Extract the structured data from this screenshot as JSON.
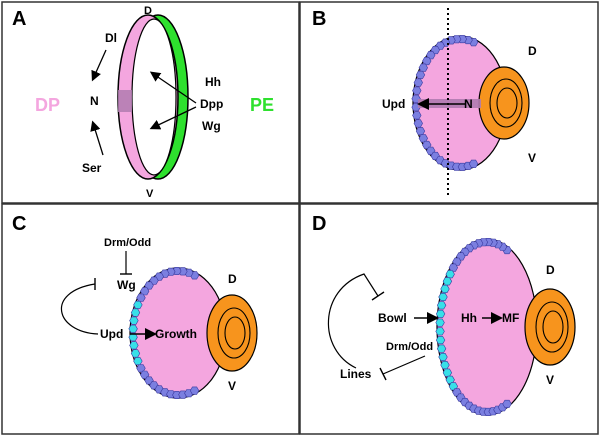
{
  "panels": [
    {
      "letter": "A"
    },
    {
      "letter": "B"
    },
    {
      "letter": "C"
    },
    {
      "letter": "D"
    }
  ],
  "panel_a": {
    "d": "D",
    "v": "V",
    "dl": "Dl",
    "n": "N",
    "ser": "Ser",
    "dp": "DP",
    "pe": "PE",
    "hh": "Hh",
    "dpp": "Dpp",
    "wg": "Wg"
  },
  "panel_b": {
    "upd": "Upd",
    "n": "N",
    "d": "D",
    "v": "V"
  },
  "panel_c": {
    "drm_odd": "Drm/Odd",
    "wg": "Wg",
    "upd": "Upd",
    "growth": "Growth",
    "d": "D",
    "v": "V"
  },
  "panel_d": {
    "bowl": "Bowl",
    "hh": "Hh",
    "mf": "MF",
    "drm_odd": "Drm/Odd",
    "lines": "Lines",
    "d": "D",
    "v": "V"
  },
  "colors": {
    "dp_pink": "#f4a6df",
    "pe_green": "#2ee02e",
    "eye_orange": "#f7941d",
    "cell_blue": "#7b7fe0",
    "cell_cyan": "#37e0e8",
    "band_mauve": "#b07bb0"
  }
}
